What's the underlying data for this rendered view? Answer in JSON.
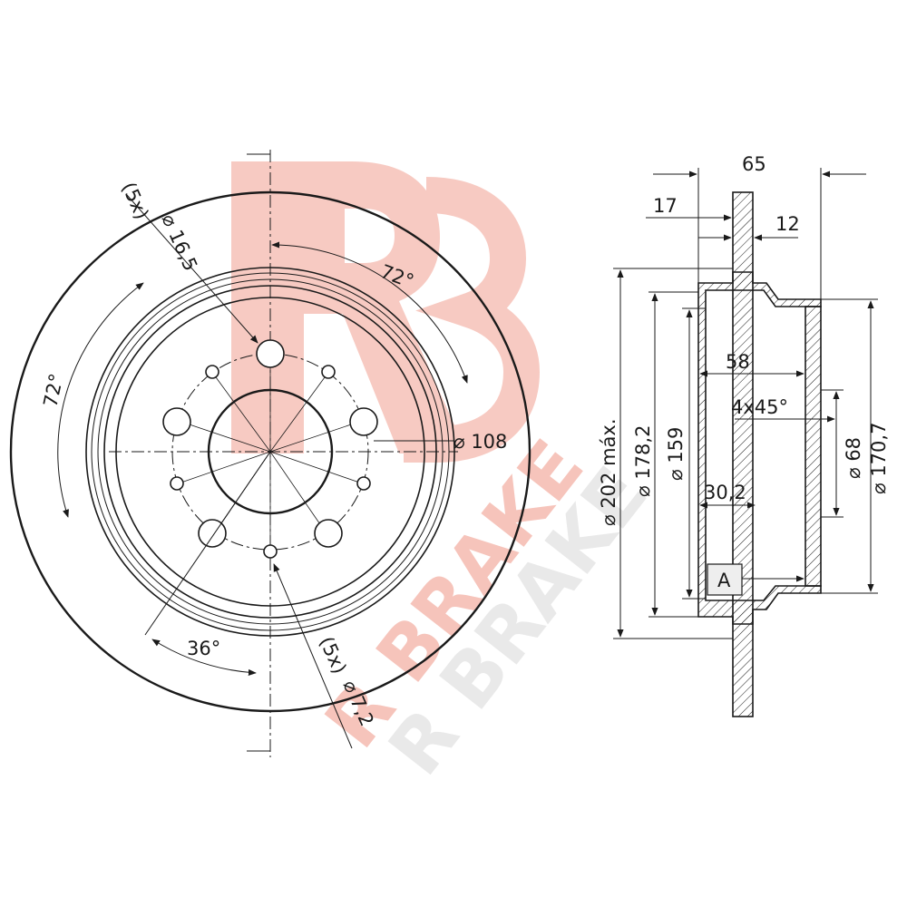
{
  "watermark": {
    "brand": "R BRAKE",
    "color": "#f7c8bf",
    "shadow_color": "#e6e6e6"
  },
  "front_view": {
    "holes_count_label": "(5x)",
    "holes_big_diameter": "⌀ 16,5",
    "holes_small_count_label": "(5x)",
    "holes_small_diameter": "⌀ 7,2",
    "pcd": "⌀ 108",
    "angle_top": "72°",
    "angle_left": "72°",
    "angle_bottom": "36°"
  },
  "section_view": {
    "overall_height": "65",
    "dim_17": "17",
    "dim_12": "12",
    "dim_58": "58",
    "chamfer": "4x45°",
    "dim_30_2": "30,2",
    "diam_202": "⌀ 202 máx.",
    "diam_178_2": "⌀ 178,2",
    "diam_159": "⌀ 159",
    "diam_68": "⌀ 68",
    "diam_170_7": "⌀ 170,7",
    "datum": "A"
  }
}
